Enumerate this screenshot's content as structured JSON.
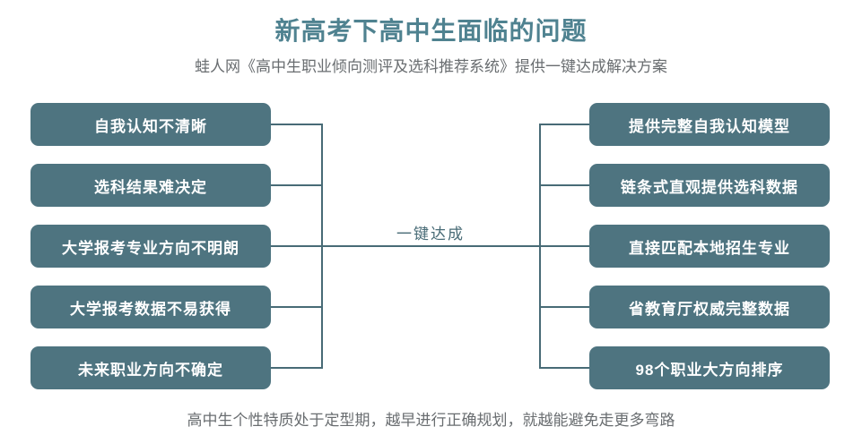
{
  "title": "新高考下高中生面临的问题",
  "subtitle": "蛙人网《高中生职业倾向测评及选科推荐系统》提供一键达成解决方案",
  "center_label": "一键达成",
  "footer": "高中生个性特质处于定型期，越早进行正确规划，就越能避免走更多弯路",
  "problems": [
    "自我认知不清晰",
    "选科结果难决定",
    "大学报考专业方向不明朗",
    "大学报考数据不易获得",
    "未来职业方向不确定"
  ],
  "solutions": [
    "提供完整自我认知模型",
    "链条式直观提供选科数据",
    "直接匹配本地招生专业",
    "省教育厅权威完整数据",
    "98个职业大方向排序"
  ],
  "colors": {
    "box_bg": "#4e7480",
    "box_text": "#ffffff",
    "line_color": "#486b76",
    "title_color": "#4f8290",
    "gray_text": "#696d70"
  }
}
